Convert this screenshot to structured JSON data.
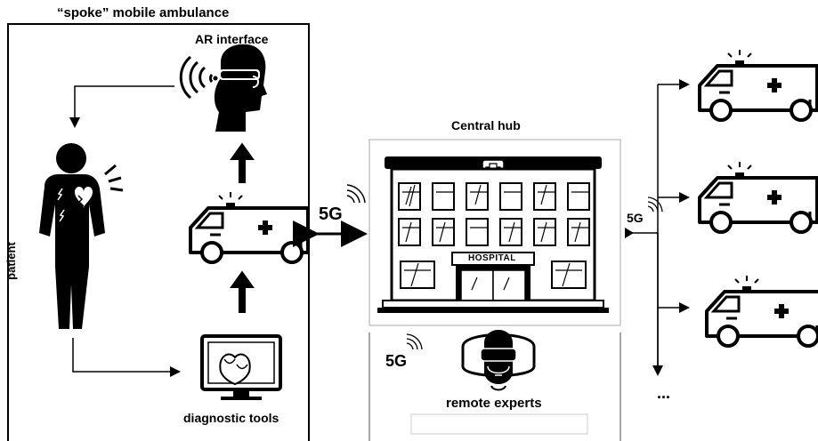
{
  "spoke": {
    "title": "“spoke” mobile ambulance",
    "ar_label": "AR interface",
    "patient_label": "patient",
    "diag_label": "diagnostic tools"
  },
  "links": {
    "left_5g": "5G",
    "right_5g": "5G",
    "experts_5g": "5G"
  },
  "hub": {
    "title": "Central hub",
    "sign": "HOSPITAL",
    "experts_label": "remote experts"
  },
  "fleet": {
    "ellipsis": "..."
  }
}
